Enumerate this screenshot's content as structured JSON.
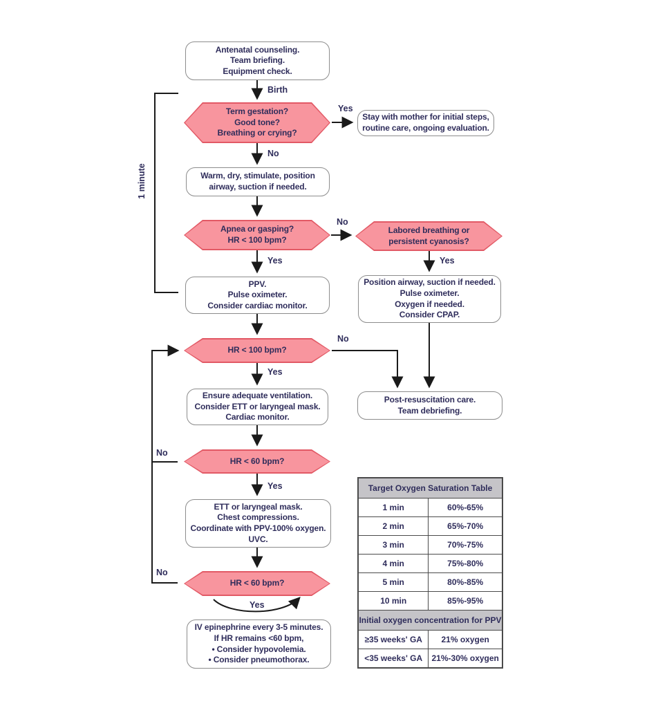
{
  "labels": {
    "birth": "Birth",
    "yes": "Yes",
    "no": "No",
    "one_minute": "1 minute"
  },
  "nodes": {
    "antenatal": {
      "lines": [
        "Antenatal counseling.",
        "Team briefing.",
        "Equipment check."
      ]
    },
    "term": {
      "lines": [
        "Term gestation?",
        "Good tone?",
        "Breathing or crying?"
      ]
    },
    "stay": {
      "lines": [
        "Stay with mother for initial steps,",
        "routine care, ongoing evaluation."
      ]
    },
    "warm": {
      "lines": [
        "Warm, dry, stimulate, position",
        "airway, suction if needed."
      ]
    },
    "apnea": {
      "lines": [
        "Apnea or gasping?",
        "HR < 100 bpm?"
      ]
    },
    "labored": {
      "lines": [
        "Labored breathing or",
        "persistent cyanosis?"
      ]
    },
    "ppv": {
      "lines": [
        "PPV.",
        "Pulse oximeter.",
        "Consider cardiac monitor."
      ]
    },
    "position": {
      "lines": [
        "Position airway, suction if needed.",
        "Pulse oximeter.",
        "Oxygen if needed.",
        "Consider CPAP."
      ]
    },
    "hr100": {
      "lines": [
        "HR < 100 bpm?"
      ]
    },
    "ensure": {
      "lines": [
        "Ensure adequate ventilation.",
        "Consider ETT or laryngeal mask.",
        "Cardiac monitor."
      ]
    },
    "post": {
      "lines": [
        "Post-resuscitation care.",
        "Team debriefing."
      ]
    },
    "hr60a": {
      "lines": [
        "HR < 60 bpm?"
      ]
    },
    "ett": {
      "lines": [
        "ETT or laryngeal mask.",
        "Chest compressions.",
        "Coordinate with PPV-100% oxygen.",
        "UVC."
      ]
    },
    "hr60b": {
      "lines": [
        "HR < 60 bpm?"
      ]
    },
    "epi": {
      "lines": [
        "IV epinephrine every 3-5 minutes.",
        "If HR remains <60 bpm,",
        "• Consider hypovolemia.",
        "• Consider pneumothorax."
      ]
    }
  },
  "table": {
    "header1": "Target Oxygen Saturation Table",
    "rows1": [
      [
        "1 min",
        "60%-65%"
      ],
      [
        "2 min",
        "65%-70%"
      ],
      [
        "3 min",
        "70%-75%"
      ],
      [
        "4 min",
        "75%-80%"
      ],
      [
        "5 min",
        "80%-85%"
      ],
      [
        "10 min",
        "85%-95%"
      ]
    ],
    "header2": "Initial oxygen concentration for PPV",
    "rows2": [
      [
        "≥35 weeks' GA",
        "21% oxygen"
      ],
      [
        "<35 weeks' GA",
        "21%-30% oxygen"
      ]
    ]
  },
  "colors": {
    "hexagon_fill": "#f8959e",
    "hexagon_border": "#e25965",
    "box_border": "#8c8c8c",
    "text": "#2f2d5b",
    "line": "#1a1a1a",
    "table_border": "#4a4a4a",
    "table_header_bg": "#c5c4c8"
  }
}
